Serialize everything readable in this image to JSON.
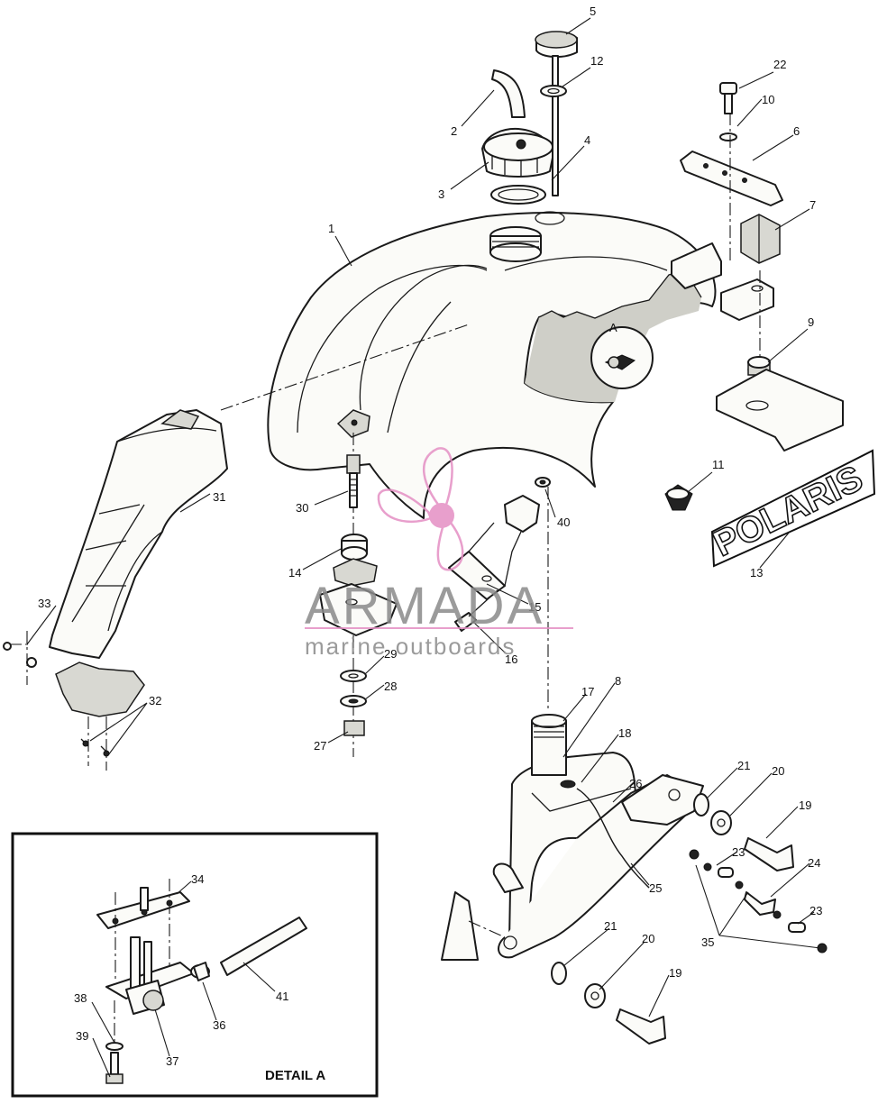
{
  "diagram": {
    "callouts": [
      {
        "id": "c1",
        "text": "1"
      },
      {
        "id": "c2",
        "text": "2"
      },
      {
        "id": "c3",
        "text": "3"
      },
      {
        "id": "c4",
        "text": "4"
      },
      {
        "id": "c5",
        "text": "5"
      },
      {
        "id": "c6",
        "text": "6"
      },
      {
        "id": "c7",
        "text": "7"
      },
      {
        "id": "c8",
        "text": "8"
      },
      {
        "id": "c9",
        "text": "9"
      },
      {
        "id": "c10",
        "text": "10"
      },
      {
        "id": "c11",
        "text": "11"
      },
      {
        "id": "c12",
        "text": "12"
      },
      {
        "id": "c13",
        "text": "13"
      },
      {
        "id": "c14",
        "text": "14"
      },
      {
        "id": "c15",
        "text": "15"
      },
      {
        "id": "c16",
        "text": "16"
      },
      {
        "id": "c17",
        "text": "17"
      },
      {
        "id": "c18",
        "text": "18"
      },
      {
        "id": "c19a",
        "text": "19"
      },
      {
        "id": "c19b",
        "text": "19"
      },
      {
        "id": "c20a",
        "text": "20"
      },
      {
        "id": "c20b",
        "text": "20"
      },
      {
        "id": "c21a",
        "text": "21"
      },
      {
        "id": "c21b",
        "text": "21"
      },
      {
        "id": "c22",
        "text": "22"
      },
      {
        "id": "c23a",
        "text": "23"
      },
      {
        "id": "c23b",
        "text": "23"
      },
      {
        "id": "c24",
        "text": "24"
      },
      {
        "id": "c25",
        "text": "25"
      },
      {
        "id": "c26",
        "text": "26"
      },
      {
        "id": "c27",
        "text": "27"
      },
      {
        "id": "c28",
        "text": "28"
      },
      {
        "id": "c29",
        "text": "29"
      },
      {
        "id": "c30",
        "text": "30"
      },
      {
        "id": "c31",
        "text": "31"
      },
      {
        "id": "c32",
        "text": "32"
      },
      {
        "id": "c33",
        "text": "33"
      },
      {
        "id": "c34",
        "text": "34"
      },
      {
        "id": "c35",
        "text": "35"
      },
      {
        "id": "c36",
        "text": "36"
      },
      {
        "id": "c37",
        "text": "37"
      },
      {
        "id": "c38",
        "text": "38"
      },
      {
        "id": "c39",
        "text": "39"
      },
      {
        "id": "c40",
        "text": "40"
      },
      {
        "id": "c41",
        "text": "41"
      }
    ],
    "detail_marker": "A",
    "detail_title": "DETAIL A",
    "decal_text": "POLARIS"
  },
  "watermark": {
    "brand": "ARMADA",
    "tagline": "marine outboards",
    "accent_color": "#e48fc4",
    "text_color": "#8a8a8a"
  }
}
